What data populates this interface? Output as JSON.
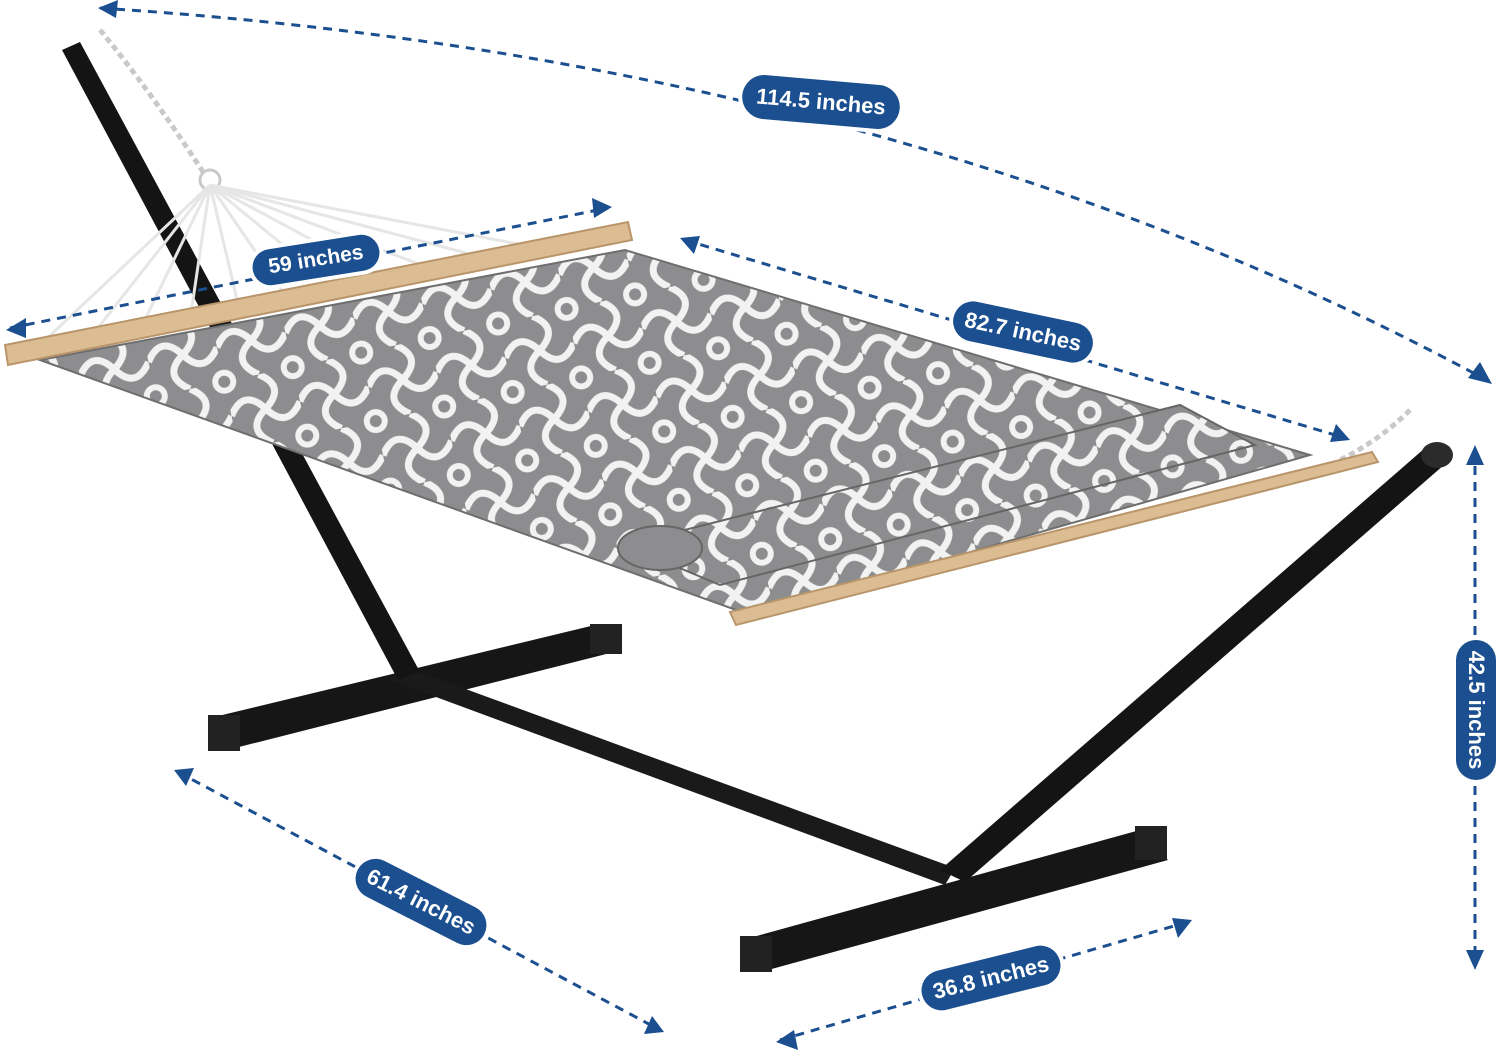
{
  "image_type": "product dimension diagram",
  "product": "quilted hammock with steel stand, spreader bars, pillow",
  "fabric_pattern": "gray quatrefoil / moroccan trellis with white outlines",
  "colors": {
    "accent": "#1b4f8f",
    "fabric_gray": "#8a8a8c",
    "fabric_lines": "#f4f4f4",
    "frame": "#141414",
    "wood": "#d8b88e",
    "background": "#ffffff"
  },
  "dimensions": {
    "overall_length": "114.5 inches",
    "spreader_bar_width": "59 inches",
    "bed_length": "82.7 inches",
    "height": "42.5 inches",
    "base_length": "61.4 inches",
    "base_width": "36.8 inches"
  }
}
